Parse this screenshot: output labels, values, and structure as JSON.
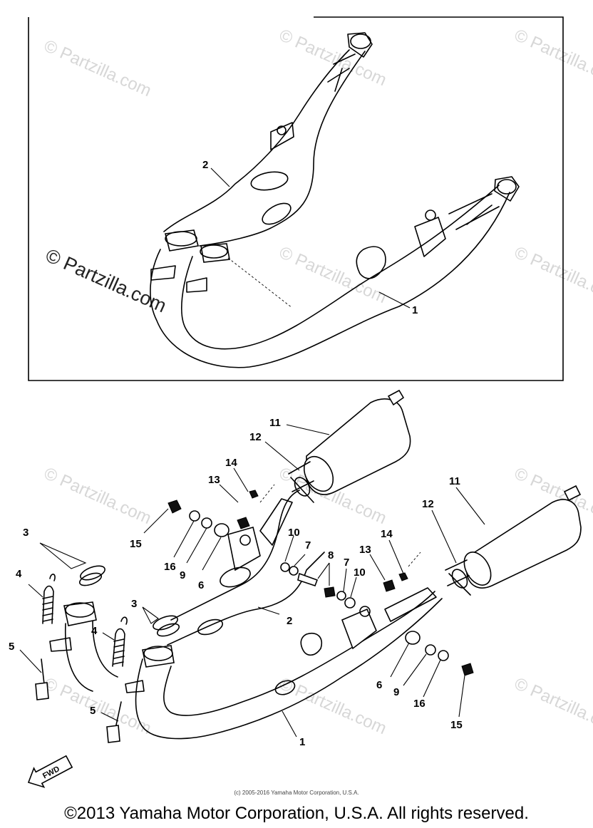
{
  "watermarks": {
    "small": "© Partzilla.com",
    "large": "© Partzilla.com"
  },
  "callouts": {
    "top_2": "2",
    "top_1": "1",
    "c11a": "11",
    "c12a": "12",
    "c14a": "14",
    "c13a": "13",
    "c15a": "15",
    "c16a": "16",
    "c9a": "9",
    "c6a": "6",
    "c10a": "10",
    "c7a": "7",
    "c8": "8",
    "c7b": "7",
    "c10b": "10",
    "c3a": "3",
    "c4a": "4",
    "c5a": "5",
    "c3b": "3",
    "c4b": "4",
    "c5b": "5",
    "c2": "2",
    "c1": "1",
    "c11b": "11",
    "c12b": "12",
    "c14b": "14",
    "c13b": "13",
    "c6b": "6",
    "c9b": "9",
    "c16b": "16",
    "c15b": "15"
  },
  "fwd_label": "FWD",
  "fine_print": "(c) 2005-2016 Yamaha Motor Corporation, U.S.A.",
  "copyright": "©2013 Yamaha Motor Corporation, U.S.A. All rights reserved."
}
